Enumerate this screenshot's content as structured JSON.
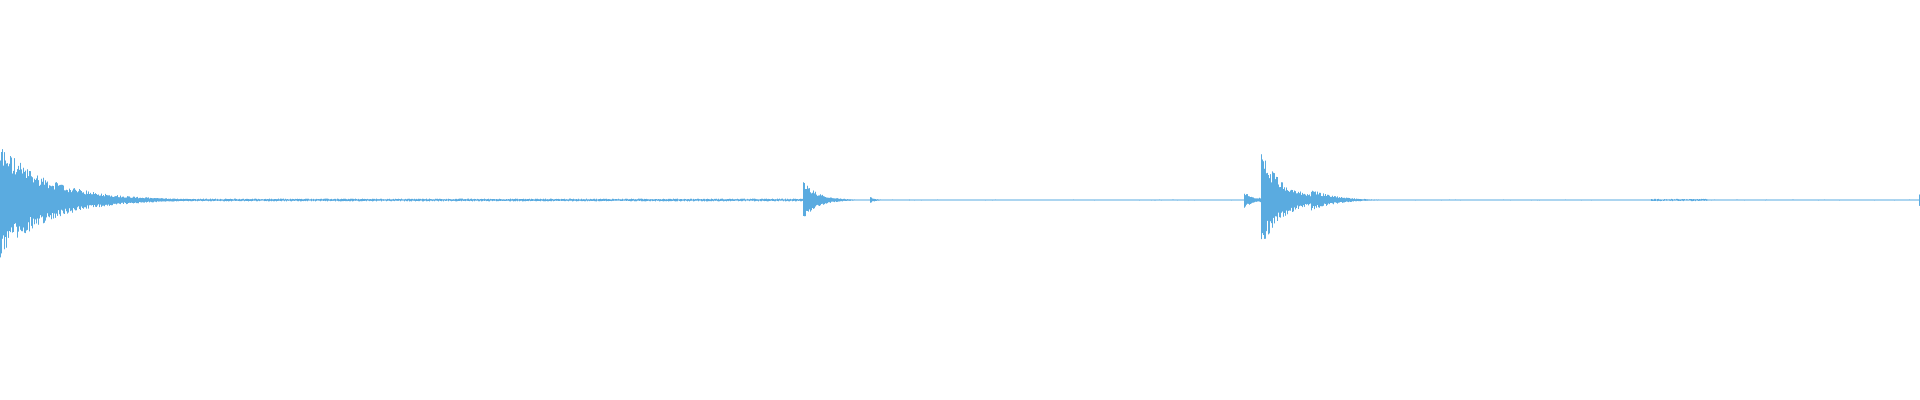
{
  "waveform": {
    "color": "#5aabe0",
    "background": "#ffffff",
    "duration": 1.0,
    "amplitude_range": [
      -1,
      1
    ],
    "baseline_level": 0.008,
    "noise_segments": [
      {
        "start": 0.0,
        "end": 0.03,
        "level": 0.03
      },
      {
        "start": 0.03,
        "end": 0.42,
        "level": 0.012
      },
      {
        "start": 0.42,
        "end": 0.65,
        "level": 0.005
      },
      {
        "start": 0.65,
        "end": 0.7,
        "level": 0.02
      },
      {
        "start": 0.7,
        "end": 0.86,
        "level": 0.005
      },
      {
        "start": 0.86,
        "end": 0.89,
        "level": 0.01
      },
      {
        "start": 0.89,
        "end": 1.0,
        "level": 0.005
      }
    ],
    "bursts": [
      {
        "t": 0.0,
        "peak": 0.5,
        "decay": 0.025
      },
      {
        "t": 0.418,
        "peak": 0.17,
        "decay": 0.008
      },
      {
        "t": 0.453,
        "peak": 0.03,
        "decay": 0.003
      },
      {
        "t": 0.648,
        "peak": 0.09,
        "decay": 0.004
      },
      {
        "t": 0.657,
        "peak": 0.42,
        "decay": 0.012
      },
      {
        "t": 0.683,
        "peak": 0.1,
        "decay": 0.012
      },
      {
        "t": 0.9995,
        "peak": 0.1,
        "decay": 0.001
      }
    ]
  }
}
